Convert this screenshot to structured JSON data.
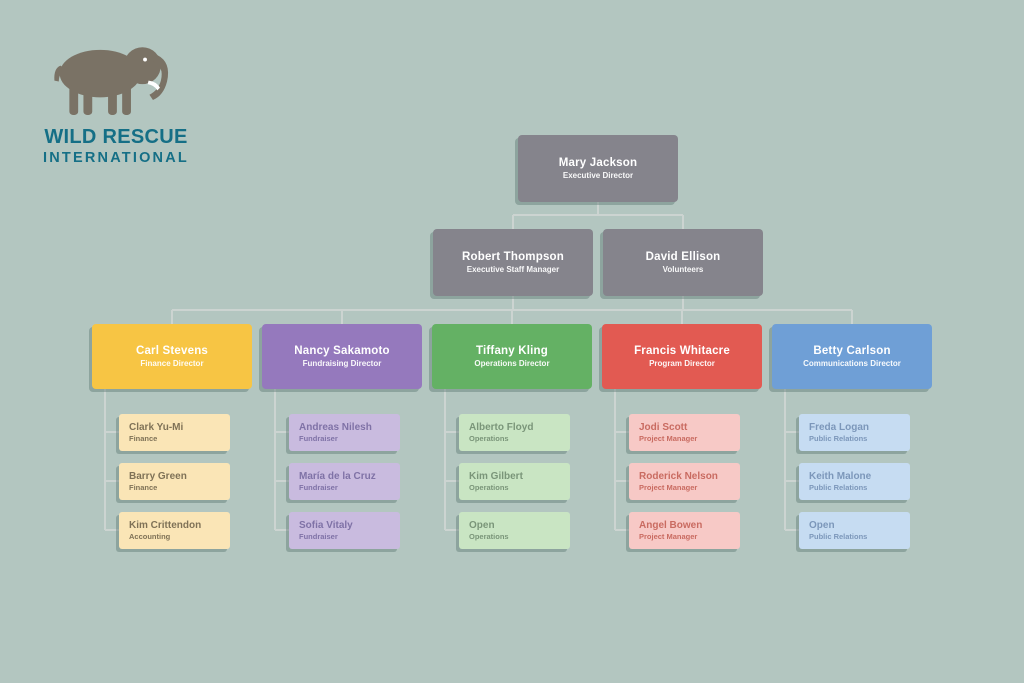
{
  "background": "#b3c6c0",
  "logo": {
    "line1": "WILD RESCUE",
    "line2": "INTERNATIONAL",
    "text_color": "#156f86",
    "elephant_color": "#7a7265"
  },
  "chart_data": {
    "type": "org-chart",
    "title": "Wild Rescue International organizational chart",
    "connector_color": "#ccd4d1",
    "manager_color": "#85848c",
    "root": {
      "name": "Mary Jackson",
      "title": "Executive Director"
    },
    "managers": [
      {
        "name": "Robert Thompson",
        "title": "Executive Staff Manager"
      },
      {
        "name": "David Ellison",
        "title": "Volunteers"
      }
    ],
    "branches": [
      {
        "head": {
          "name": "Carl Stevens",
          "title": "Finance Director"
        },
        "head_color": "#f7c544",
        "member_color": "#fae5b6",
        "member_text": "#7f7257",
        "members": [
          {
            "name": "Clark Yu-Mi",
            "title": "Finance"
          },
          {
            "name": "Barry Green",
            "title": "Finance"
          },
          {
            "name": "Kim Crittendon",
            "title": "Accounting"
          }
        ]
      },
      {
        "head": {
          "name": "Nancy Sakamoto",
          "title": "Fundraising Director"
        },
        "head_color": "#9579bd",
        "member_color": "#c9bbdf",
        "member_text": "#7f72a6",
        "members": [
          {
            "name": "Andreas Nilesh",
            "title": "Fundraiser"
          },
          {
            "name": "María de la Cruz",
            "title": "Fundraiser"
          },
          {
            "name": "Sofia Vitaly",
            "title": "Fundraiser"
          }
        ]
      },
      {
        "head": {
          "name": "Tiffany Kling",
          "title": "Operations Director"
        },
        "head_color": "#64b164",
        "member_color": "#c9e5c3",
        "member_text": "#7a9579",
        "members": [
          {
            "name": "Alberto Floyd",
            "title": "Operations"
          },
          {
            "name": "Kim Gilbert",
            "title": "Operations"
          },
          {
            "name": "Open",
            "title": "Operations"
          }
        ]
      },
      {
        "head": {
          "name": "Francis Whitacre",
          "title": "Program Director"
        },
        "head_color": "#e25a52",
        "member_color": "#f7c9c6",
        "member_text": "#c96b61",
        "members": [
          {
            "name": "Jodi Scott",
            "title": "Project Manager"
          },
          {
            "name": "Roderick Nelson",
            "title": "Project Manager"
          },
          {
            "name": "Angel Bowen",
            "title": "Project Manager"
          }
        ]
      },
      {
        "head": {
          "name": "Betty Carlson",
          "title": "Communications Director"
        },
        "head_color": "#6f9fd6",
        "member_color": "#c6dcf2",
        "member_text": "#7c97ba",
        "members": [
          {
            "name": "Freda Logan",
            "title": "Public Relations"
          },
          {
            "name": "Keith Malone",
            "title": "Public Relations"
          },
          {
            "name": "Open",
            "title": "Public Relations"
          }
        ]
      }
    ]
  }
}
